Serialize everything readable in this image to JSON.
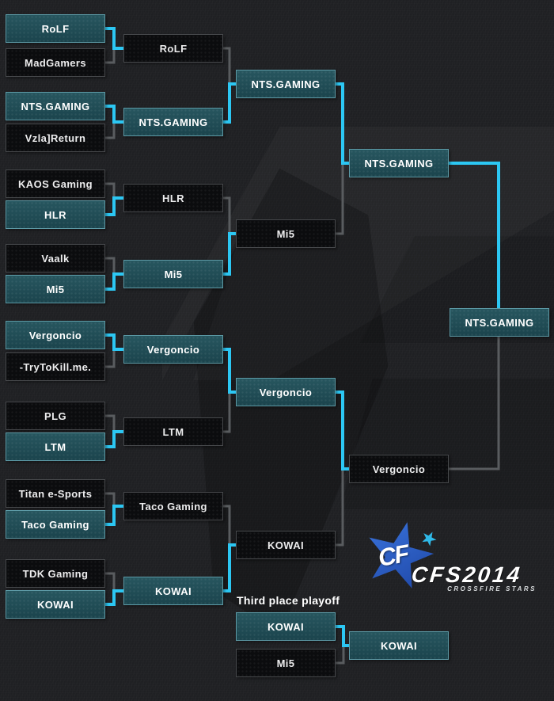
{
  "bracket": {
    "round_of_16": [
      {
        "team": "RoLF",
        "winner": true
      },
      {
        "team": "MadGamers",
        "winner": false
      },
      {
        "team": "NTS.GAMING",
        "winner": true
      },
      {
        "team": "Vzla]Return",
        "winner": false
      },
      {
        "team": "KAOS Gaming",
        "winner": false
      },
      {
        "team": "HLR",
        "winner": true
      },
      {
        "team": "Vaalk",
        "winner": false
      },
      {
        "team": "Mi5",
        "winner": true
      },
      {
        "team": "Vergoncio",
        "winner": true
      },
      {
        "team": "-TryToKill.me.",
        "winner": false
      },
      {
        "team": "PLG",
        "winner": false
      },
      {
        "team": "LTM",
        "winner": true
      },
      {
        "team": "Titan e-Sports",
        "winner": false
      },
      {
        "team": "Taco Gaming",
        "winner": true
      },
      {
        "team": "TDK Gaming",
        "winner": false
      },
      {
        "team": "KOWAI",
        "winner": true
      }
    ],
    "quarterfinals": [
      {
        "team": "RoLF",
        "winner": false
      },
      {
        "team": "NTS.GAMING",
        "winner": true
      },
      {
        "team": "HLR",
        "winner": false
      },
      {
        "team": "Mi5",
        "winner": true
      },
      {
        "team": "Vergoncio",
        "winner": true
      },
      {
        "team": "LTM",
        "winner": false
      },
      {
        "team": "Taco Gaming",
        "winner": false
      },
      {
        "team": "KOWAI",
        "winner": true
      }
    ],
    "semifinals": [
      {
        "team": "NTS.GAMING",
        "winner": true
      },
      {
        "team": "Mi5",
        "winner": false
      },
      {
        "team": "Vergoncio",
        "winner": true
      },
      {
        "team": "KOWAI",
        "winner": false
      }
    ],
    "final": [
      {
        "team": "NTS.GAMING",
        "winner": true
      },
      {
        "team": "Vergoncio",
        "winner": false
      }
    ],
    "champion": {
      "team": "NTS.GAMING"
    }
  },
  "third_place_playoff": {
    "label": "Third place playoff",
    "entrants": [
      {
        "team": "KOWAI",
        "winner": true
      },
      {
        "team": "Mi5",
        "winner": false
      }
    ],
    "result": {
      "team": "KOWAI"
    }
  },
  "logo": {
    "monogram": "CF",
    "title": "CFS2014",
    "subtitle": "CROSSFIRE STARS"
  },
  "colors": {
    "background": "#1f2023",
    "winner_box_fill": "#1f4e58",
    "winner_box_border": "#5d9aa6",
    "loser_box_fill": "#0b0c0e",
    "loser_box_border": "#47494c",
    "winner_line": "#2cc7f3",
    "loser_line": "#595c5f",
    "logo_blue": "#2a5ec6",
    "logo_cyan": "#2fb9e8"
  }
}
